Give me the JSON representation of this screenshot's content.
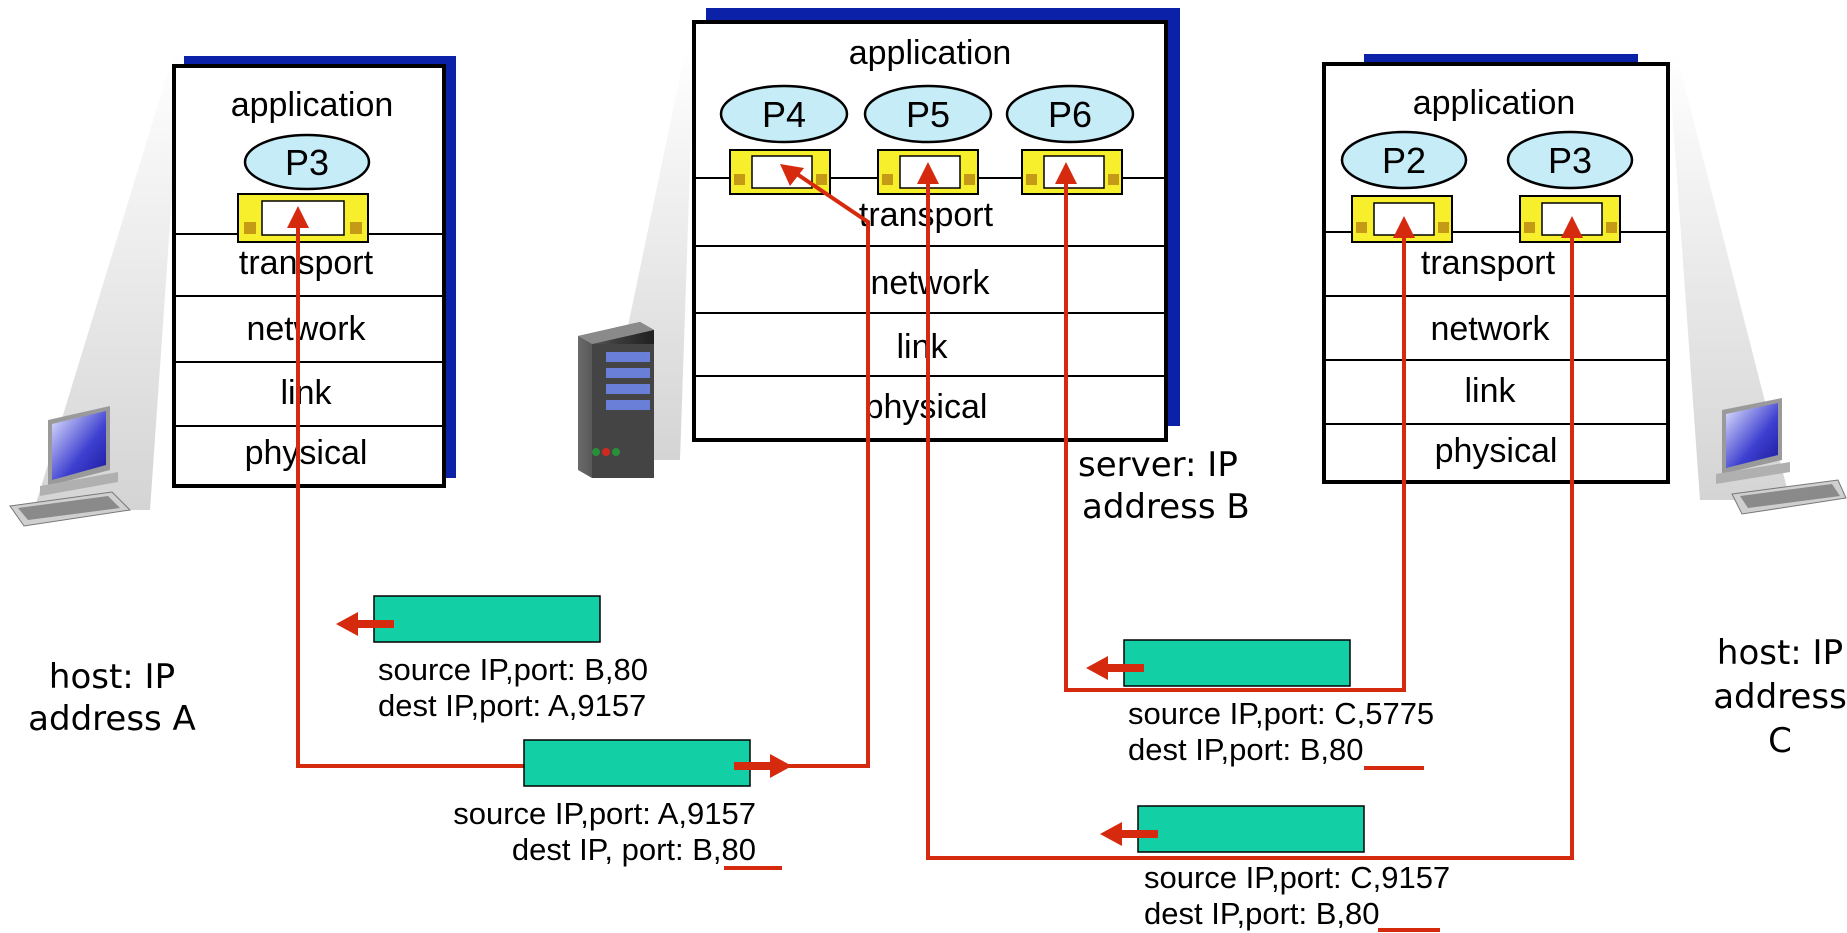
{
  "layers": {
    "application": "application",
    "transport": "transport",
    "network": "network",
    "link": "link",
    "physical": "physical"
  },
  "host_a": {
    "processes": [
      "P3"
    ],
    "label_line1": "host: IP",
    "label_line2": "address A"
  },
  "server_b": {
    "processes": [
      "P4",
      "P5",
      "P6"
    ],
    "label_line1": "server: IP",
    "label_line2": "address B"
  },
  "host_c": {
    "processes": [
      "P2",
      "P3"
    ],
    "label_line1": "host: IP",
    "label_line2": "address",
    "label_line3": "C"
  },
  "segments": [
    {
      "line1": "source IP,port: B,80",
      "line2": "dest IP,port: A,9157"
    },
    {
      "line1": "source IP,port: A,9157",
      "line2": "dest IP, port: B,80"
    },
    {
      "line1": "source IP,port: C,5775",
      "line2": "dest IP,port: B,80"
    },
    {
      "line1": "source IP,port: C,9157",
      "line2": "dest IP,port: B,80"
    }
  ],
  "colors": {
    "arrow": "#d62a0f",
    "segment": "#12cfa6",
    "process": "#c6ecf8",
    "socket": "#f7ee2c",
    "shadow": "#0b22a8"
  }
}
